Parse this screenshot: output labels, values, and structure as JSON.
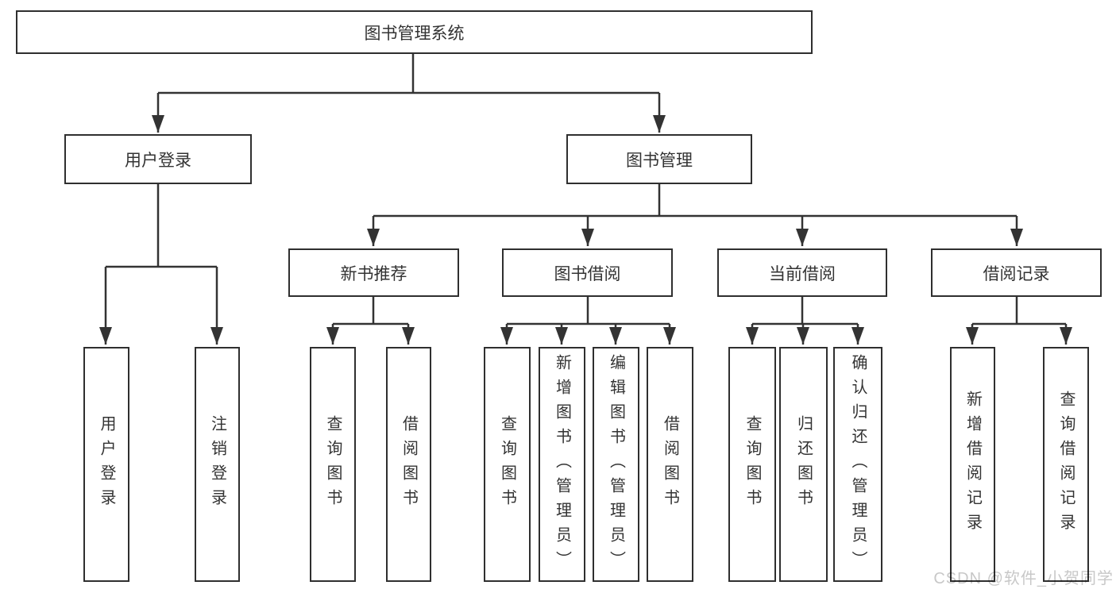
{
  "diagram": {
    "root": {
      "label": "图书管理系统"
    },
    "level2": [
      {
        "label": "用户登录",
        "children": [
          {
            "label": "用户登录"
          },
          {
            "label": "注销登录"
          }
        ]
      },
      {
        "label": "图书管理",
        "children": [
          {
            "label": "新书推荐",
            "children": [
              {
                "label": "查询图书"
              },
              {
                "label": "借阅图书"
              }
            ]
          },
          {
            "label": "图书借阅",
            "children": [
              {
                "label": "查询图书"
              },
              {
                "label": "新增图书（管理员）"
              },
              {
                "label": "编辑图书（管理员）"
              },
              {
                "label": "借阅图书"
              }
            ]
          },
          {
            "label": "当前借阅",
            "children": [
              {
                "label": "查询图书"
              },
              {
                "label": "归还图书"
              },
              {
                "label": "确认归还（管理员）"
              }
            ]
          },
          {
            "label": "借阅记录",
            "children": [
              {
                "label": "新增借阅记录"
              },
              {
                "label": "查询借阅记录"
              }
            ]
          }
        ]
      }
    ]
  },
  "watermark": {
    "text": "CSDN @软件_小贺同学",
    "color": "#c8c8c8"
  },
  "colors": {
    "line": "#333333",
    "box_border": "#2f2f2f",
    "text": "#333333",
    "background": "#ffffff"
  }
}
